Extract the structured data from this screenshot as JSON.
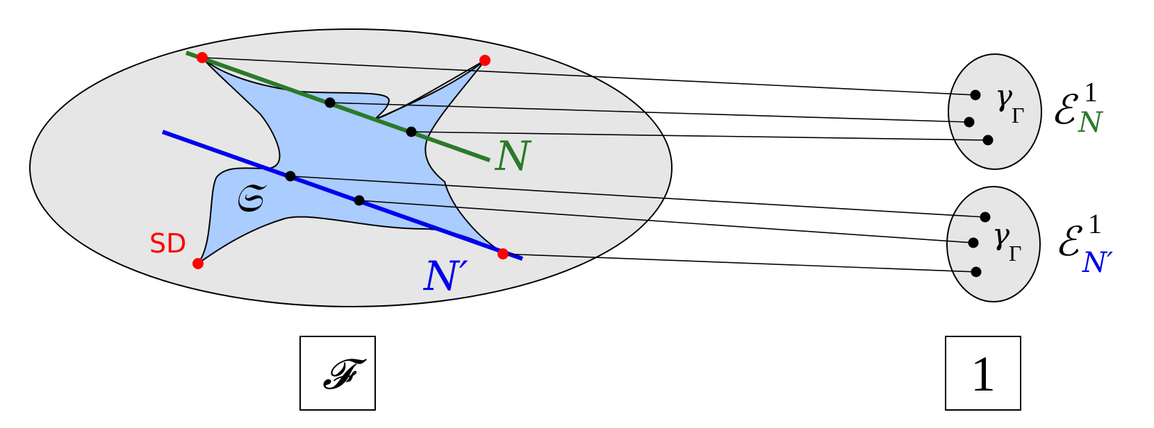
{
  "labels": {
    "line_n": "N",
    "line_n_prime": "N′",
    "region": "𝔖",
    "singular": "SD",
    "gamma_symbol": "γ",
    "gamma_sub": "Γ",
    "e_symbol": "ℰ",
    "e_sup": "1",
    "e_top_sub": "N",
    "e_bottom_sub": "N′",
    "box_left": "𝓕",
    "box_right": "1"
  },
  "colors": {
    "ellipse_fill": "#e6e6e6",
    "region_fill": "#aaccff",
    "line_n": "#2a7a2a",
    "line_n_prime": "#0000ee",
    "red_point": "#ff0000",
    "black_point": "#000000"
  }
}
